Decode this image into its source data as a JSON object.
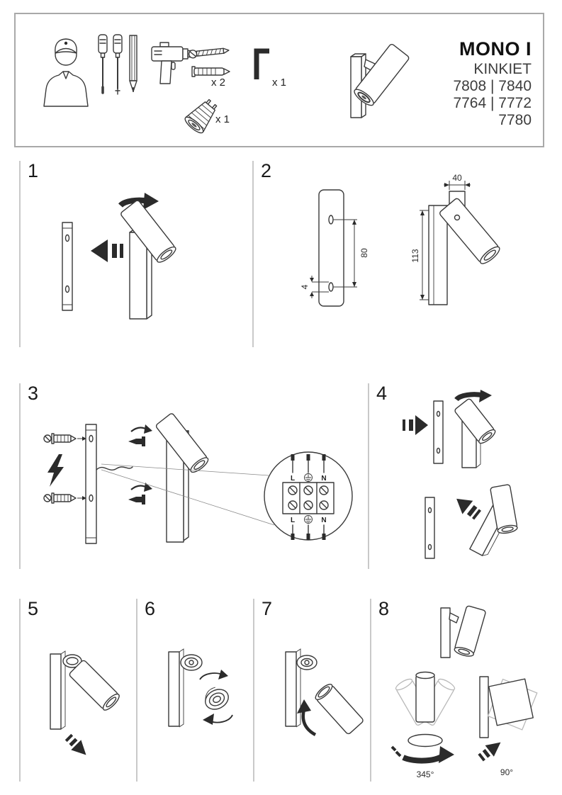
{
  "header": {
    "title": "MONO I",
    "subtitle": "KINKIET",
    "models": [
      "7808 | 7840",
      "7764 | 7772",
      "7780"
    ],
    "qty_anchor_screw": "x 2",
    "qty_allen_key": "x 1",
    "qty_bulb": "x 1"
  },
  "steps": [
    "1",
    "2",
    "3",
    "4",
    "5",
    "6",
    "7",
    "8"
  ],
  "dimensions": {
    "stem_width": "40",
    "hole_spacing": "80",
    "bracket_height": "113",
    "slot_width": "4"
  },
  "terminals": {
    "top": [
      "L",
      "N"
    ],
    "bottom": [
      "L",
      "N"
    ]
  },
  "rotation": {
    "horizontal": "345°",
    "vertical": "90°"
  },
  "icons": [
    "installer-icon",
    "screwdrivers-pencil-icon",
    "drill-icon",
    "wall-plug-screw-icon",
    "allen-key-icon",
    "gu10-bulb-icon",
    "wall-lamp-icon",
    "rotate-arrow-icon",
    "insert-arrow-icon",
    "lightning-icon",
    "earth-ground-icon",
    "zoom-circle-detail",
    "terminal-block"
  ],
  "colors": {
    "line": "#3a3a3a",
    "black": "#2b2b2b",
    "panel_border": "#a9a9a9",
    "divider": "#c9c9c9",
    "ghost": "#b9b9b9",
    "text": "#1a1a1a",
    "muted_text": "#3d3d3d"
  }
}
